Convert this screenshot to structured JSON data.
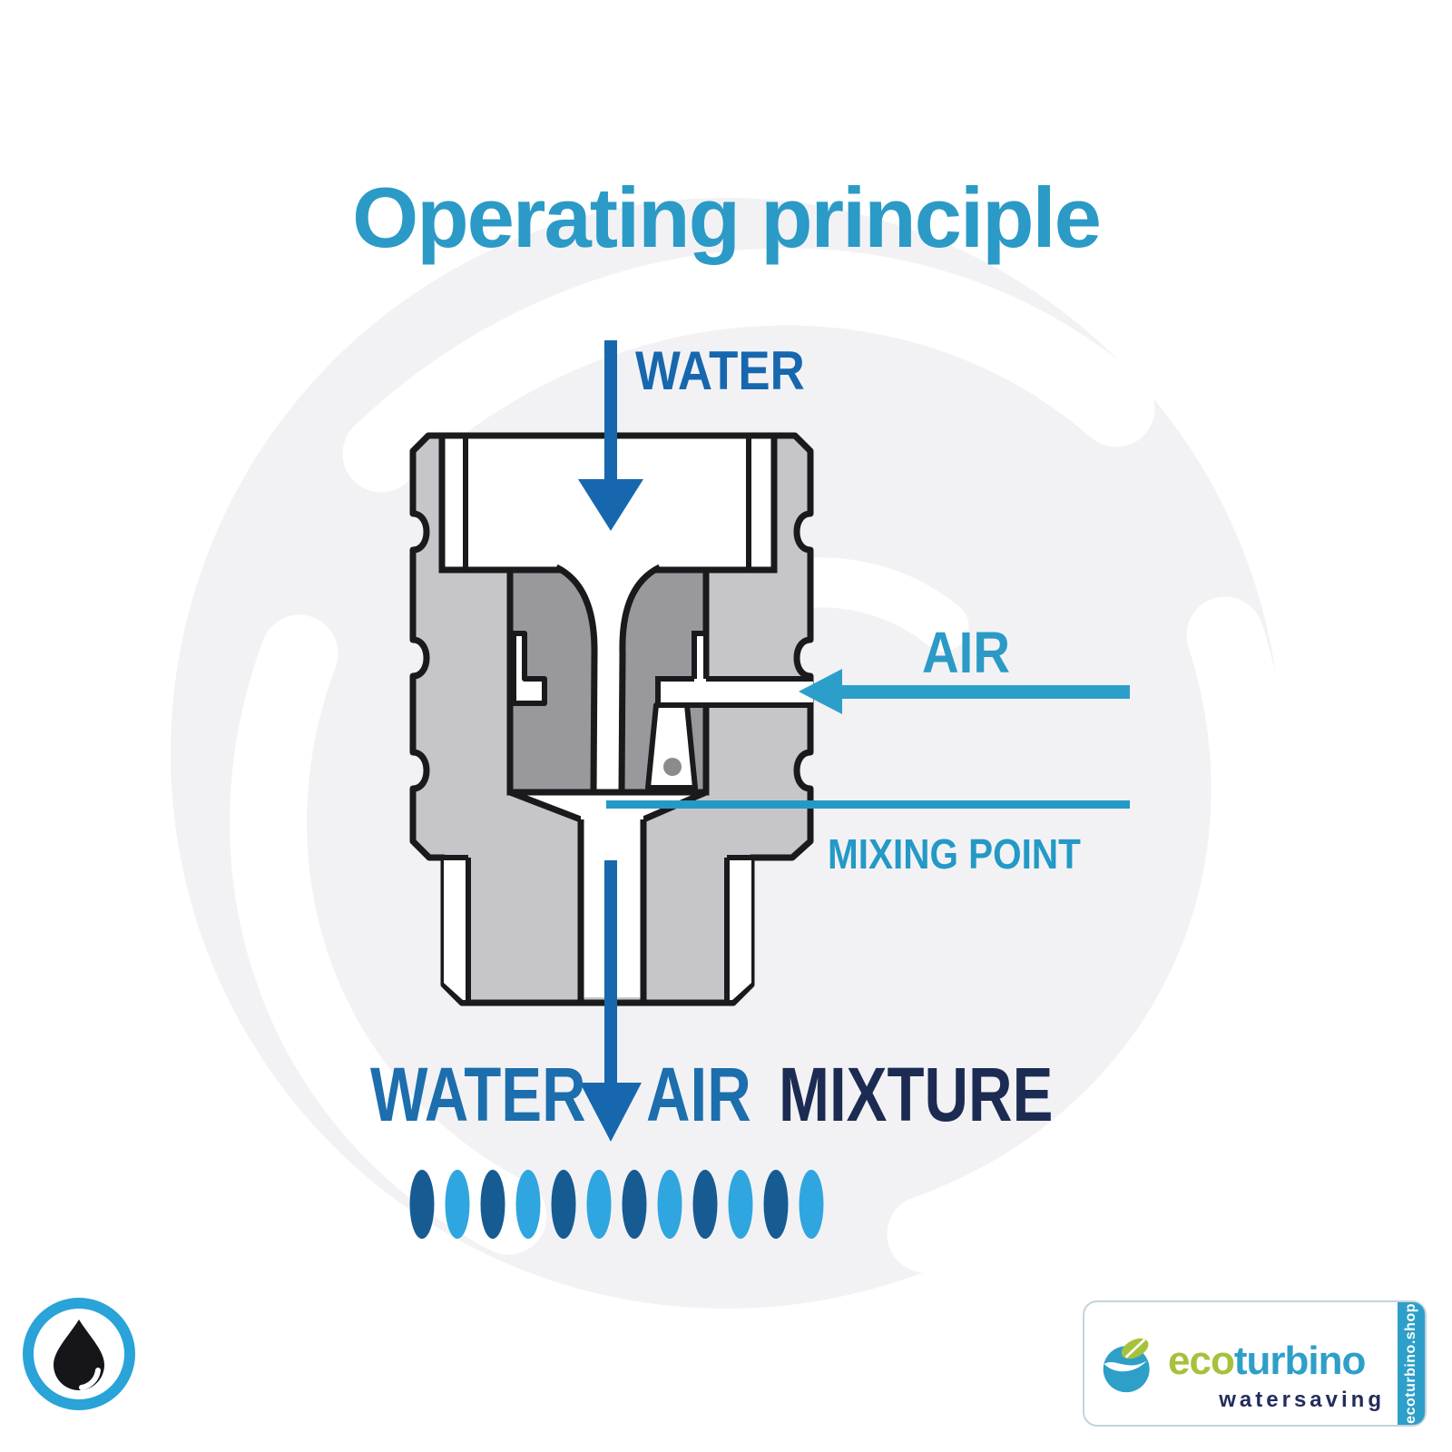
{
  "title": "Operating principle",
  "diagram": {
    "water_inlet_label": "WATER",
    "air_inlet_label": "AIR",
    "mixing_point_label": "MIXING POINT",
    "outlet_labels": {
      "water": "WATER",
      "air": "AIR",
      "mixture": "MIXTURE"
    }
  },
  "droplets": {
    "count": 12,
    "pattern": [
      "dark",
      "light",
      "dark",
      "light",
      "dark",
      "light",
      "dark",
      "light",
      "dark",
      "light",
      "dark",
      "light"
    ]
  },
  "colors": {
    "title_blue": "#2B9AC6",
    "accent_cyan": "#2499C6",
    "water_arrow_blue": "#1767AE",
    "outlet_label_blue": "#1C6EAD",
    "mixture_navy": "#1C2B52",
    "body_gray": "#C6C6CA",
    "core_gray": "#98989D",
    "outline_black": "#1A1A1C",
    "droplet_dark": "#175B93",
    "droplet_light": "#2FA6DF",
    "logo_green": "#A6C13B",
    "logo_blue": "#2E9FC8"
  },
  "footer": {
    "drop_icon": "water-drop-icon",
    "logo": {
      "brand_eco": "eco",
      "brand_turbino": "turbino",
      "tagline": "watersaving",
      "side_text": "ecoturbino.shop"
    }
  }
}
